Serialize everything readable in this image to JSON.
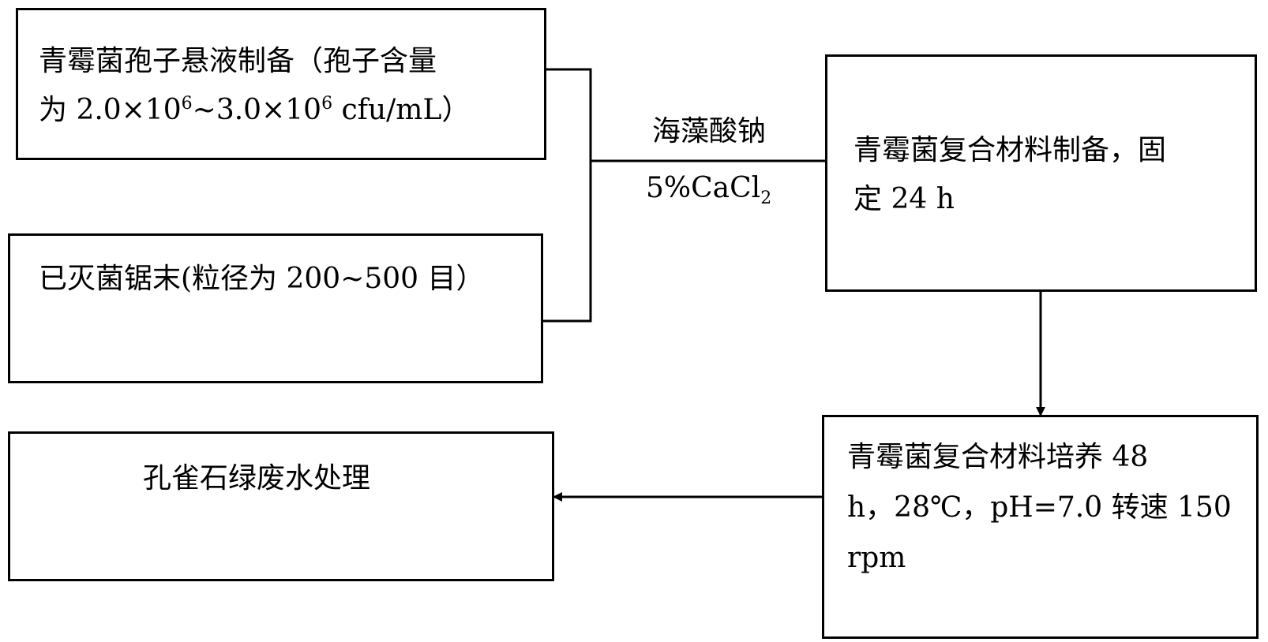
{
  "nodes": {
    "spore": {
      "line1": "青霉菌孢子悬液制备（孢子含量",
      "line2_prefix": "为 2.0×10",
      "exp1": "6",
      "line2_mid": "~3.0×10",
      "exp2": "6",
      "line2_suffix": " cfu/mL）"
    },
    "sawdust": {
      "text": "已灭菌锯末(粒径为 200~500 目）"
    },
    "composite": {
      "line1": "青霉菌复合材料制备，固",
      "line2": "定 24 h"
    },
    "culture": {
      "line1": "青霉菌复合材料培养 48",
      "line2": "h，28℃，pH=7.0  转速 150",
      "line3": "rpm"
    },
    "treatment": {
      "text": "孔雀石绿废水处理"
    }
  },
  "edge_labels": {
    "reagent1": "海藻酸钠",
    "reagent2_main": "5%CaCl",
    "reagent2_sub": "2"
  }
}
